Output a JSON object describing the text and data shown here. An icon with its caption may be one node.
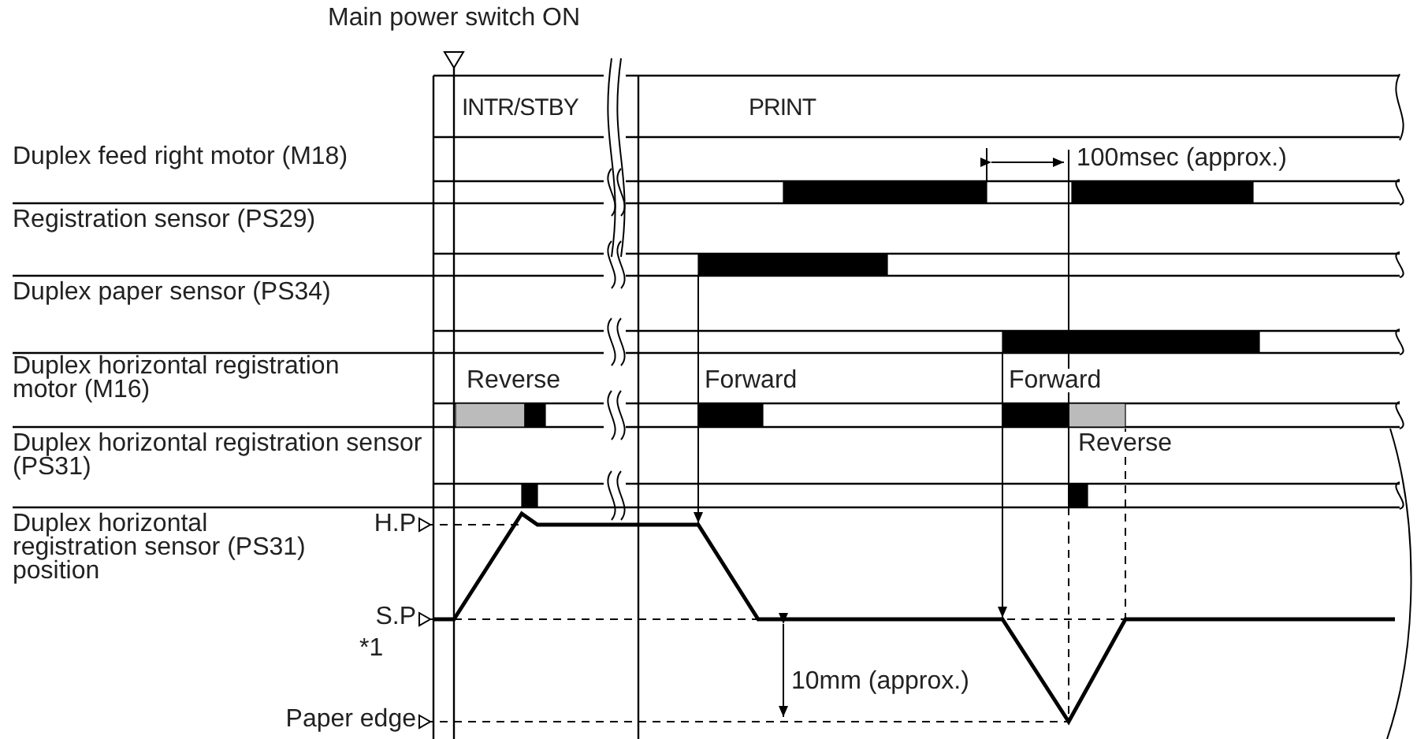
{
  "diagram": {
    "labels": [
      "Main power switch ON",
      "INTR/STBY",
      "PRINT",
      "Duplex feed right motor (M18)",
      "100msec (approx.)",
      "Registration sensor (PS29)",
      "Duplex paper sensor (PS34)",
      "Duplex horizontal registration motor (M16)",
      "Reverse",
      "Forward",
      "Forward",
      "Duplex horizontal registration sensor (PS31)",
      "Reverse",
      "Duplex horizontal registration sensor (PS31) position",
      "H.P",
      "S.P",
      "*1",
      "10mm (approx.)",
      "Paper edge"
    ]
  }
}
